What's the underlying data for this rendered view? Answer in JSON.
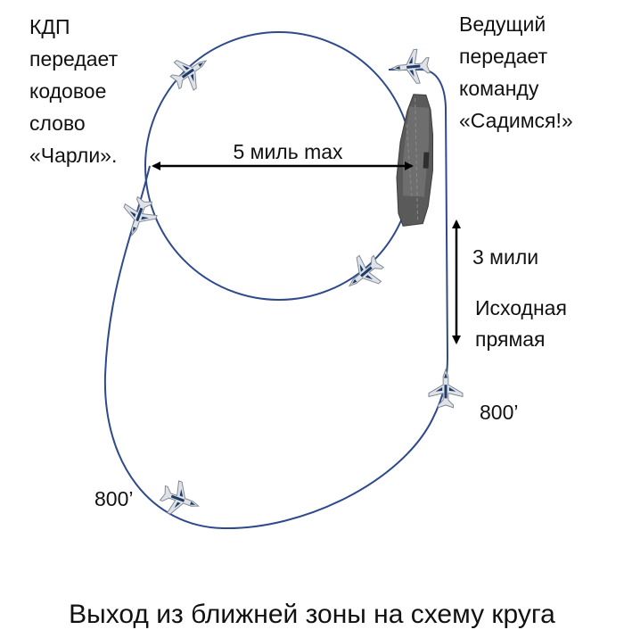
{
  "labels": {
    "kdp": [
      "КДП",
      "передает",
      "кодовое",
      "слово",
      "«Чарли»."
    ],
    "leader": [
      "Ведущий",
      "передает",
      "команду",
      "«Садимся!»"
    ],
    "diameter": "5 миль max",
    "distance": "3 мили",
    "initial": [
      "Исходная",
      "прямая"
    ],
    "alt_right": "800’",
    "alt_left": "800’"
  },
  "title": "Выход из ближней зоны на схему круга",
  "colors": {
    "track": "#2f4a8c",
    "arrow": "#000000",
    "carrier": "#5a5a5a"
  },
  "icons": {
    "aircraft": "jet-fighter-icon",
    "ship": "aircraft-carrier-icon"
  }
}
